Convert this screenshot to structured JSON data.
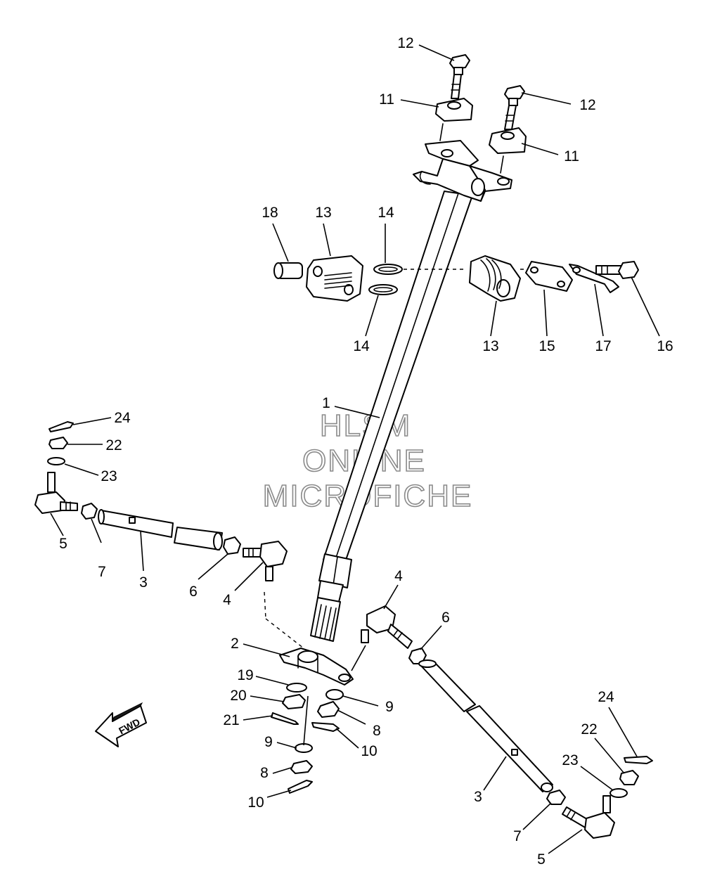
{
  "callouts": {
    "c12a": "12",
    "c11a": "11",
    "c12b": "12",
    "c11b": "11",
    "c18": "18",
    "c13a": "13",
    "c14a": "14",
    "c14b": "14",
    "c13b": "13",
    "c15": "15",
    "c17": "17",
    "c16": "16",
    "c1": "1",
    "c24a": "24",
    "c22a": "22",
    "c23a": "23",
    "c5a": "5",
    "c7a": "7",
    "c3a": "3",
    "c6a": "6",
    "c4a": "4",
    "c4b": "4",
    "c6b": "6",
    "c2": "2",
    "c19": "19",
    "c20": "20",
    "c21": "21",
    "c9a": "9",
    "c8a": "8",
    "c10a": "10",
    "c9b": "9",
    "c8b": "8",
    "c10b": "10",
    "c24b": "24",
    "c22b": "22",
    "c23b": "23",
    "c3b": "3",
    "c7b": "7",
    "c5b": "5"
  },
  "watermark": {
    "line1": "HLSM",
    "line2": "ONLINE",
    "line3": "MICROFICHE"
  },
  "fwd_label": "FWD",
  "icons": {
    "direction": "fwd-arrow-icon"
  }
}
